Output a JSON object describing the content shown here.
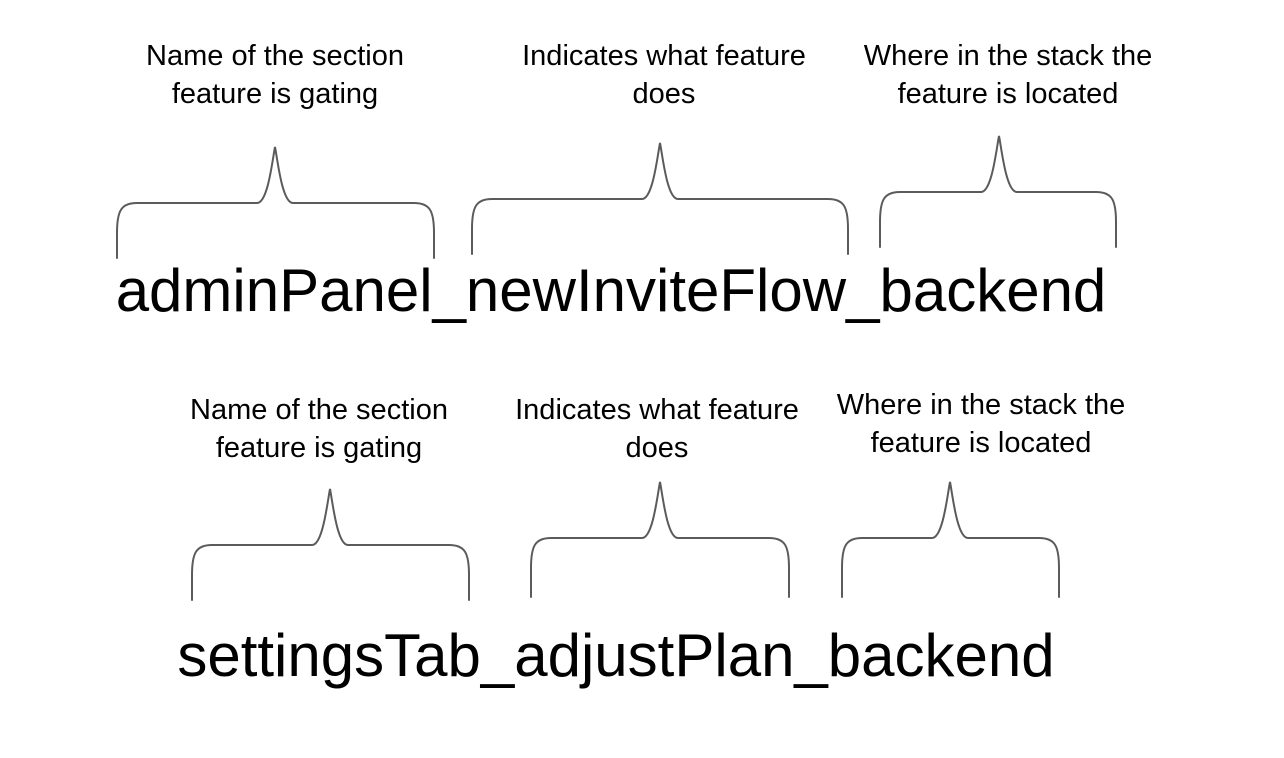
{
  "colors": {
    "background": "#ffffff",
    "text": "#000000",
    "brace": "#5b5b5b"
  },
  "groups": [
    {
      "identifier": "adminPanel_newInviteFlow_backend",
      "annotations": [
        {
          "label": "Name of the section\nfeature is gating"
        },
        {
          "label": "Indicates what feature\ndoes"
        },
        {
          "label": "Where in the stack the\nfeature is located"
        }
      ]
    },
    {
      "identifier": "settingsTab_adjustPlan_backend",
      "annotations": [
        {
          "label": "Name of the section\nfeature is gating"
        },
        {
          "label": "Indicates what feature\ndoes"
        },
        {
          "label": "Where in the stack the\nfeature is located"
        }
      ]
    }
  ]
}
